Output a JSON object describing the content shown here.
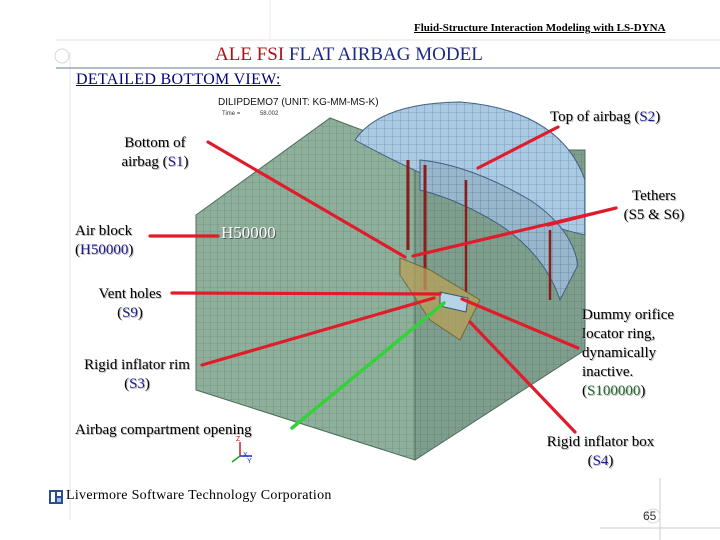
{
  "header": {
    "top_title": "Fluid-Structure Interaction Modeling with LS-DYNA"
  },
  "title": {
    "part1": "ALE FSI ",
    "part2": "FLAT AIRBAG MODEL"
  },
  "subtitle": "DETAILED BOTTOM VIEW:",
  "figure": {
    "caption": "DILIPDEMO7 (UNIT: KG-MM-MS-K)",
    "time_label": "Time =",
    "time_value": "58.002",
    "mesh_label": "H50000",
    "axis_x": "X",
    "axis_y": "Y",
    "axis_z": "Z"
  },
  "labels": {
    "top_of_airbag": {
      "text": "Top of airbag (",
      "code": "S2",
      "end": ")"
    },
    "bottom_of_airbag": {
      "line1": "Bottom of",
      "line2": "airbag (",
      "code": "S1",
      "end": ")"
    },
    "air_block": {
      "line1": "Air block",
      "line2_open": "(",
      "code": "H50000",
      "end": ")"
    },
    "tethers": {
      "line1": "Tethers",
      "line2": "(S5 & S6)"
    },
    "vent_holes": {
      "line1": "Vent holes",
      "line2_open": "(",
      "code": "S9",
      "end": ")"
    },
    "dummy_orifice": {
      "line1": "Dummy orifice",
      "line2": "locator ring,",
      "line3": "dynamically",
      "line4": "inactive.",
      "line5_open": "(",
      "code": "S100000",
      "end": ")"
    },
    "rigid_inflator_rim": {
      "line1": "Rigid inflator rim",
      "line2_open": "(",
      "code": "S3",
      "end": ")"
    },
    "compartment_opening": {
      "text": "Airbag compartment opening"
    },
    "rigid_inflator_box": {
      "line1": "Rigid inflator box",
      "line2_open": "(",
      "code": "S4",
      "end": ")"
    }
  },
  "footer": {
    "company": "Livermore Software Technology Corporation",
    "page": "65"
  },
  "colors": {
    "leader_red": "#e01c2c",
    "leader_green": "#35d13a",
    "mesh_green": "#8fb09c",
    "airbag_blue": "#a9c8e0"
  }
}
